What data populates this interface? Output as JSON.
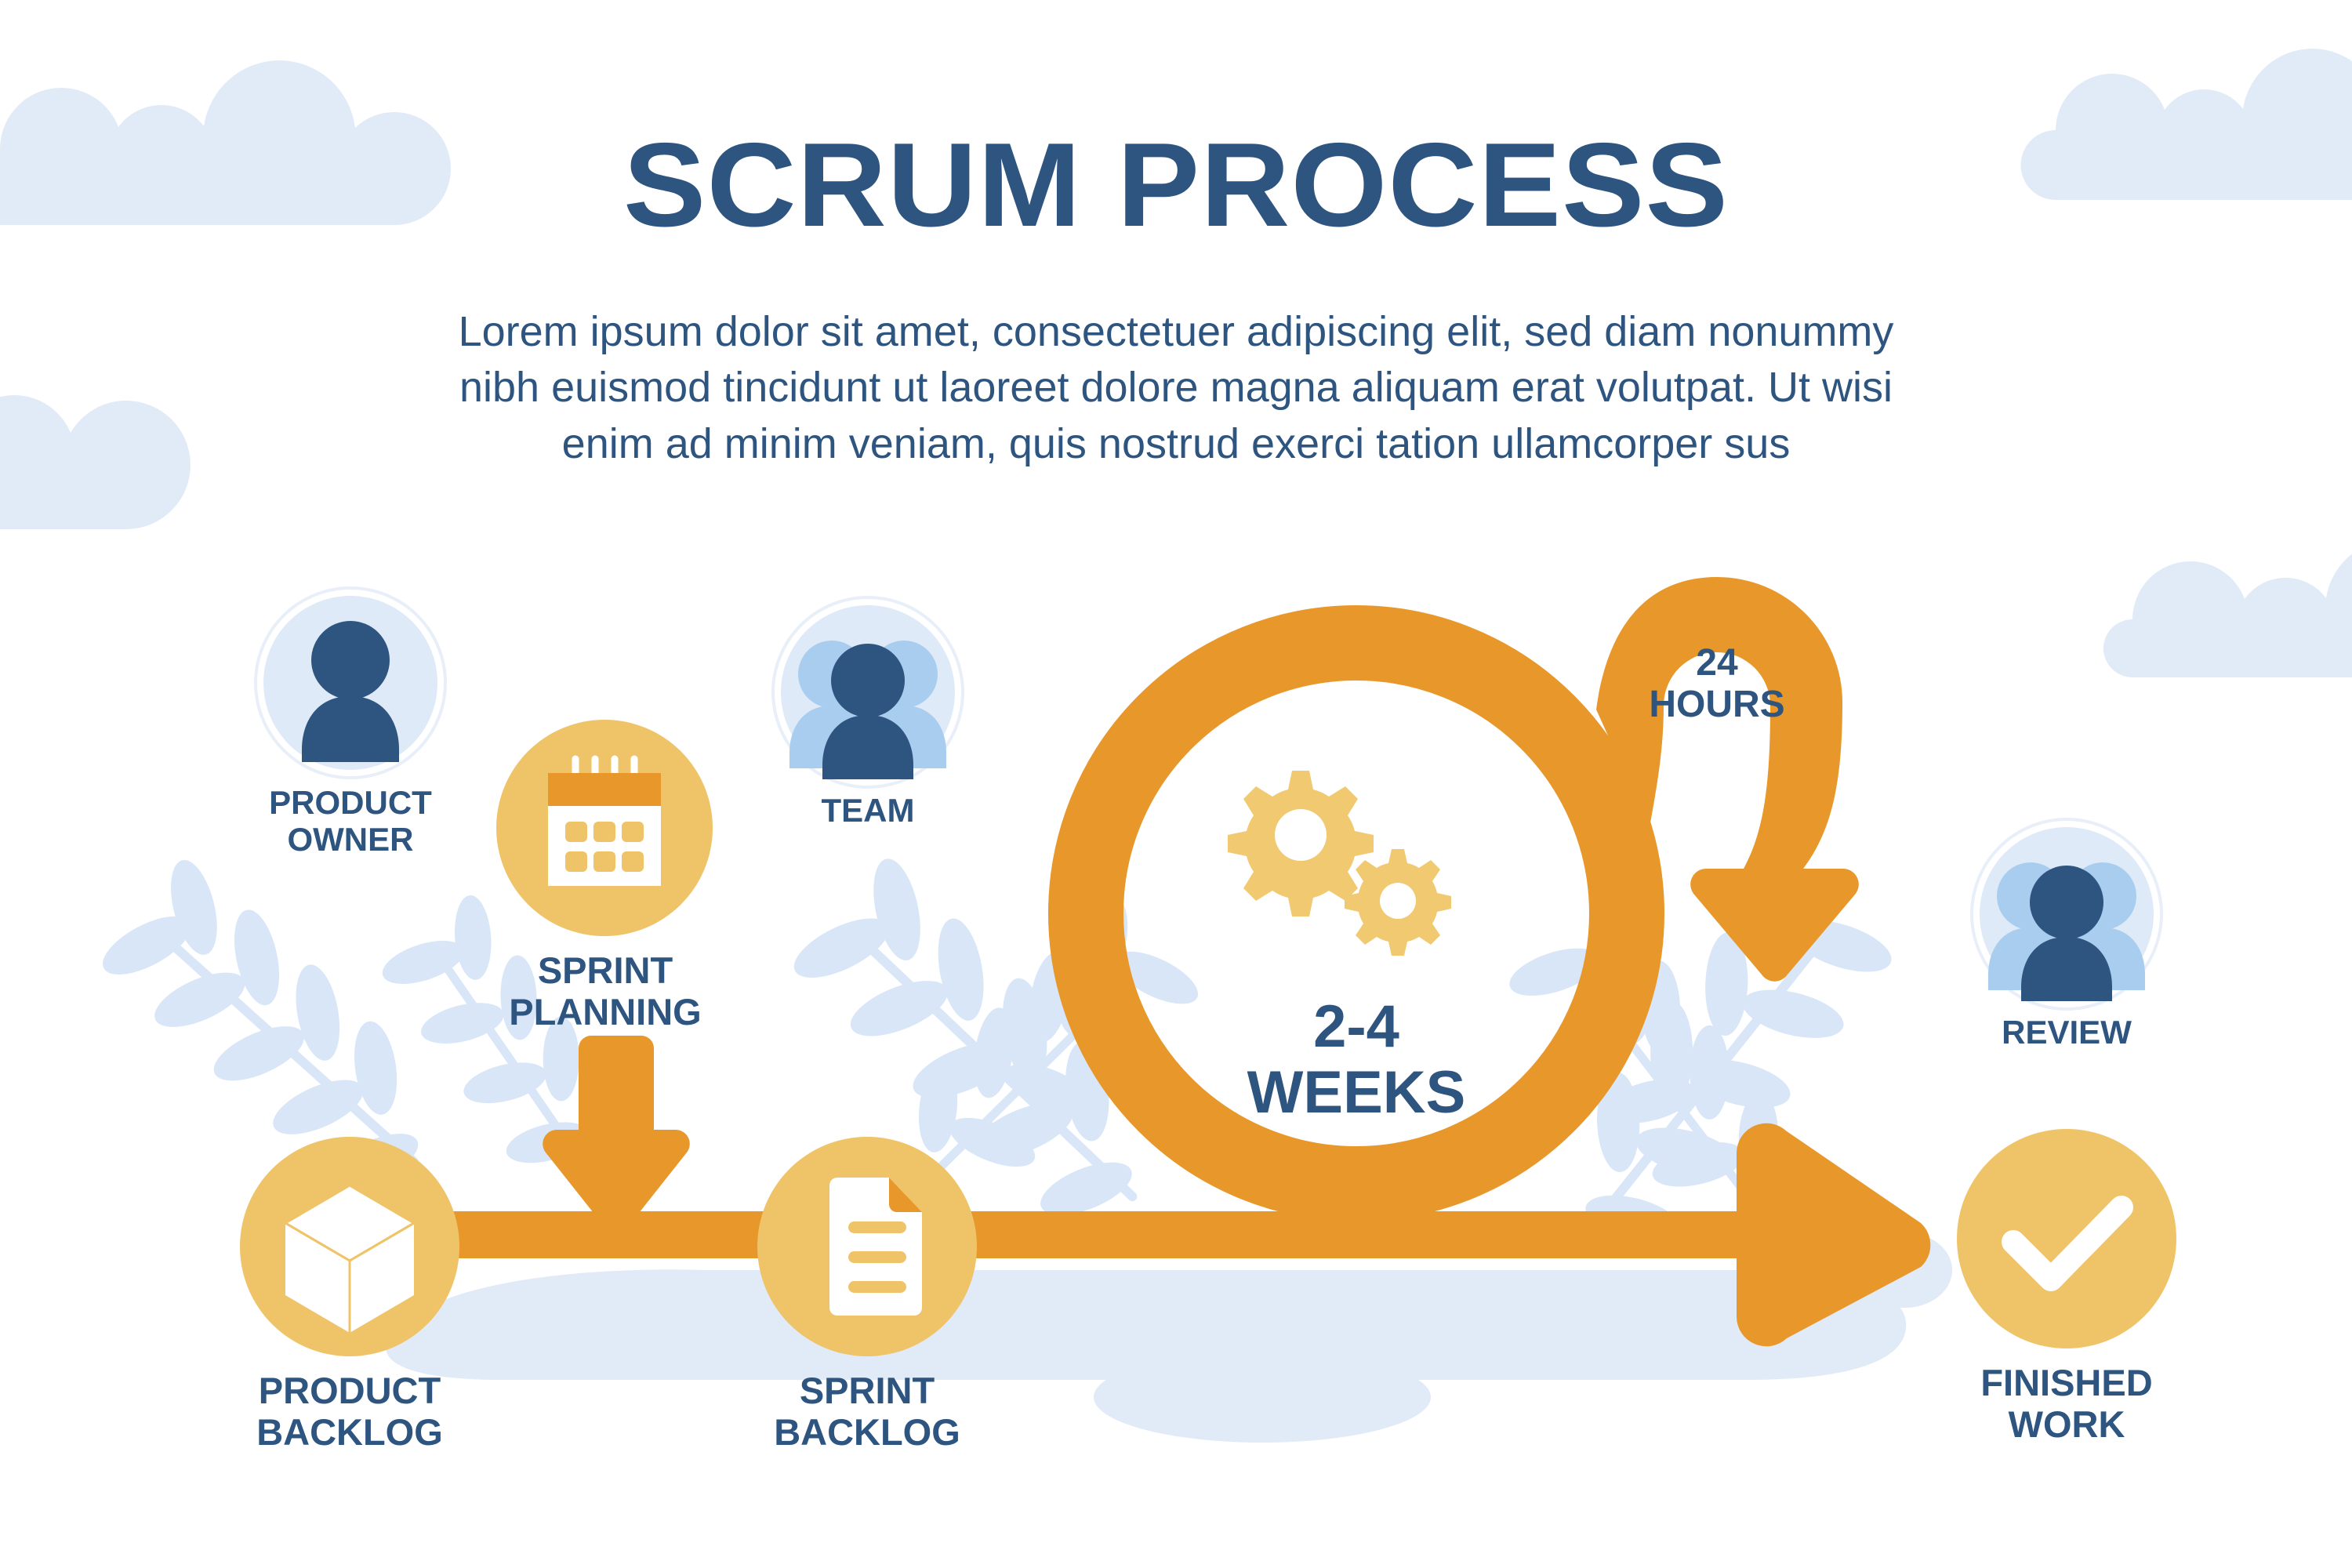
{
  "header": {
    "title": "SCRUM PROCESS",
    "subtitle": "Lorem ipsum dolor sit amet, consectetuer adipiscing elit, sed diam nonummy nibh euismod tincidunt ut laoreet dolore magna aliquam erat volutpat. Ut wisi enim ad minim veniam, quis nostrud exerci tation ullamcorper sus"
  },
  "diagram": {
    "nodes": [
      {
        "id": "product-owner",
        "label": "PRODUCT\nOWNER",
        "icon": "single-person-icon",
        "icon_style": "blue-avatar"
      },
      {
        "id": "sprint-planning",
        "label": "SPRINT\nPLANNING",
        "icon": "calendar-icon",
        "icon_style": "gold-circle"
      },
      {
        "id": "team",
        "label": "TEAM",
        "icon": "three-people-icon",
        "icon_style": "blue-avatar"
      },
      {
        "id": "product-backlog",
        "label": "PRODUCT\nBACKLOG",
        "icon": "box-cube-icon",
        "icon_style": "gold-circle"
      },
      {
        "id": "sprint-backlog",
        "label": "SPRINT\nBACKLOG",
        "icon": "document-icon",
        "icon_style": "gold-circle"
      },
      {
        "id": "review",
        "label": "REVIEW",
        "icon": "three-people-icon",
        "icon_style": "blue-avatar"
      },
      {
        "id": "finished-work",
        "label": "FINISHED\nWORK",
        "icon": "checkmark-icon",
        "icon_style": "gold-circle"
      }
    ],
    "sprint_cycle": {
      "label": "2-4\nWEEKS",
      "icon": "gears-icon"
    },
    "daily_loop": {
      "label": "24\nHOURS",
      "icon": "loop-arrow-icon"
    },
    "connectors": [
      {
        "id": "planning-down-arrow",
        "icon": "arrow-down-icon"
      },
      {
        "id": "process-flow-arrow",
        "icon": "arrow-right-icon"
      }
    ]
  },
  "decor": {
    "clouds": [
      "cloud-top-left",
      "cloud-left-edge",
      "cloud-top-right",
      "cloud-right-edge"
    ],
    "branches": [
      "leaf-branch-left",
      "leaf-branch-center",
      "leaf-branch-right"
    ],
    "ground": "ground-blob"
  },
  "colors": {
    "navy": "#2e5480",
    "orange": "#e8972b",
    "gold": "#efc469",
    "gold_light": "#f3d27f",
    "pale_blue": "#dfeaf8",
    "mid_blue": "#a9cdef",
    "ring_blue": "#e8eff9",
    "background": "#ffffff"
  }
}
